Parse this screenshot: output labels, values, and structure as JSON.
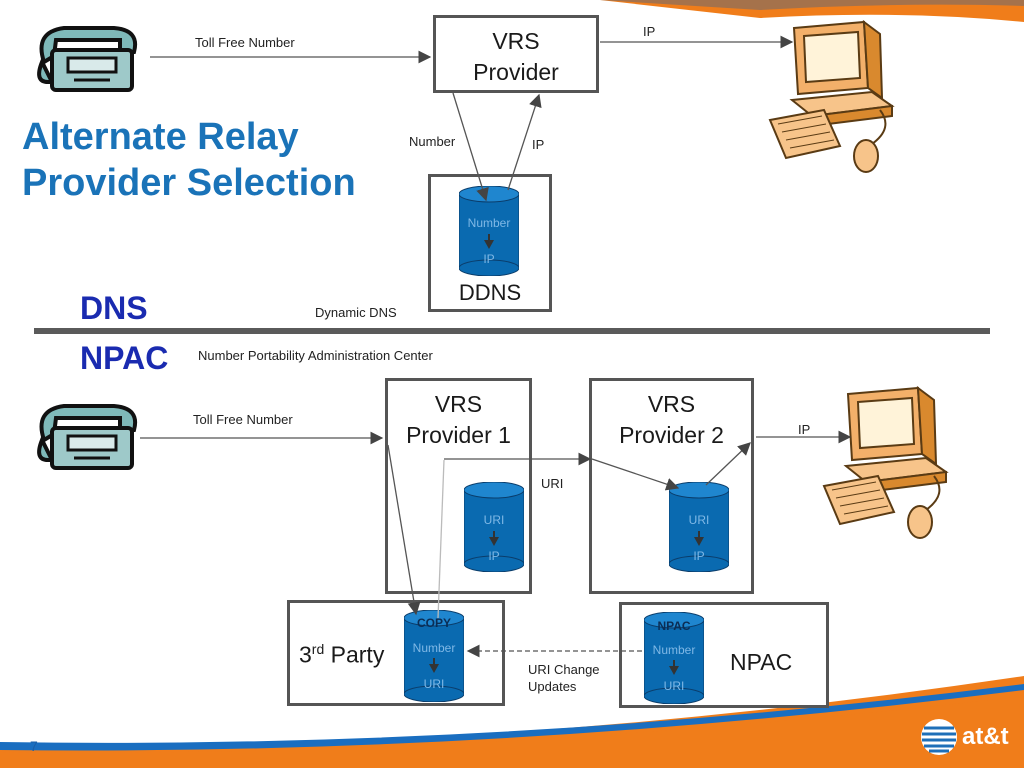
{
  "title": "Alternate Relay Provider Selection",
  "top": {
    "toll_free": "Toll Free Number",
    "vrs_provider_line1": "VRS",
    "vrs_provider_line2": "Provider",
    "ip_top": "IP",
    "number_label": "Number",
    "ip_mid": "IP",
    "ddns_label": "DDNS",
    "cyl_number": "Number",
    "cyl_ip": "IP"
  },
  "dns": {
    "heading": "DNS",
    "dynamic_dns": "Dynamic DNS"
  },
  "npac": {
    "heading": "NPAC",
    "description": "Number Portability Administration Center"
  },
  "bottom": {
    "toll_free": "Toll Free Number",
    "vrs1_line1": "VRS",
    "vrs1_line2": "Provider 1",
    "vrs2_line1": "VRS",
    "vrs2_line2": "Provider 2",
    "ip_label": "IP",
    "uri_label": "URI",
    "cyl1_top": "URI",
    "cyl1_bottom": "IP",
    "cyl2_top": "URI",
    "cyl2_bottom": "IP",
    "third_party_num": "3",
    "third_party_sup": "rd",
    "third_party_word": " Party",
    "copy_cap": "COPY",
    "copy_number": "Number",
    "copy_uri": "URI",
    "npac_cap": "NPAC",
    "npac_number": "Number",
    "npac_uri": "URI",
    "npac_label": "NPAC",
    "uri_change_line1": "URI Change",
    "uri_change_line2": "Updates"
  },
  "footer": {
    "page_number": "7",
    "logo_text": "at&t"
  },
  "colors": {
    "title_blue": "#1a73b8",
    "section_blue": "#1a2bb0",
    "cylinder": "#0a6ab0",
    "orange": "#f07d1a"
  }
}
